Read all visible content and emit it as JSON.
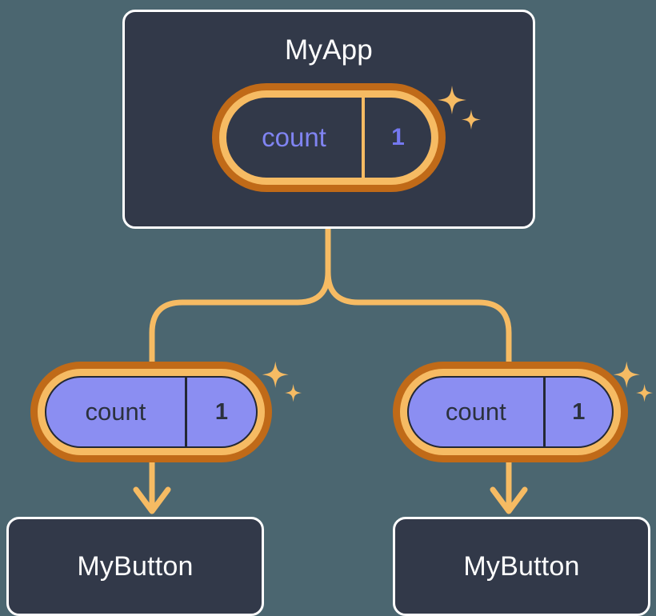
{
  "diagram": {
    "type": "component-tree",
    "background_color": "#4b6670",
    "palette": {
      "card_fill": "#323949",
      "card_border": "#ffffff",
      "pill_outer_ring": "#c06a18",
      "pill_inner_ring": "#f6bb63",
      "pill_fill_purple": "#8b8ef2",
      "pill_text_purple": "#7c80f1",
      "pill_text_dark": "#2b313d",
      "connector": "#f6bb63"
    }
  },
  "root": {
    "title": "MyApp",
    "state": {
      "key": "count",
      "value": "1"
    },
    "sparkle_icon": "sparkles-icon"
  },
  "children": [
    {
      "state": {
        "key": "count",
        "value": "1"
      },
      "sparkle_icon": "sparkles-icon",
      "component": {
        "title": "MyButton"
      }
    },
    {
      "state": {
        "key": "count",
        "value": "1"
      },
      "sparkle_icon": "sparkles-icon",
      "component": {
        "title": "MyButton"
      }
    }
  ],
  "connectors": {
    "root_to_split": "vertical stem from MyApp card down to branch junction",
    "split_to_children": "rounded elbow branches to left and right state pills",
    "child_to_button": "downward arrow from each state pill to its MyButton card"
  }
}
